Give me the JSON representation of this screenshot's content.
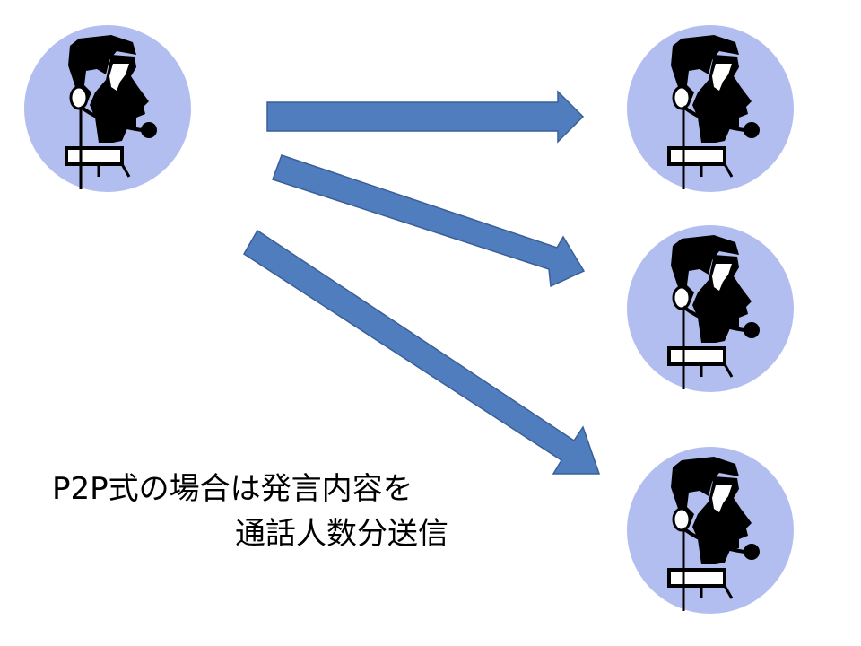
{
  "caption": {
    "line1": "P2P式の場合は発言内容を",
    "line2": "通話人数分送信"
  },
  "colors": {
    "circle_fill": "#B3BEF0",
    "arrow_fill": "#4F7DBE",
    "arrow_stroke": "#3A5F96",
    "figure": "#000000",
    "caption_text": "#000000"
  },
  "icons": {
    "operator": "headset-operator-icon"
  },
  "participants": {
    "sender": "sender",
    "receivers": [
      "receiver-1",
      "receiver-2",
      "receiver-3"
    ]
  }
}
